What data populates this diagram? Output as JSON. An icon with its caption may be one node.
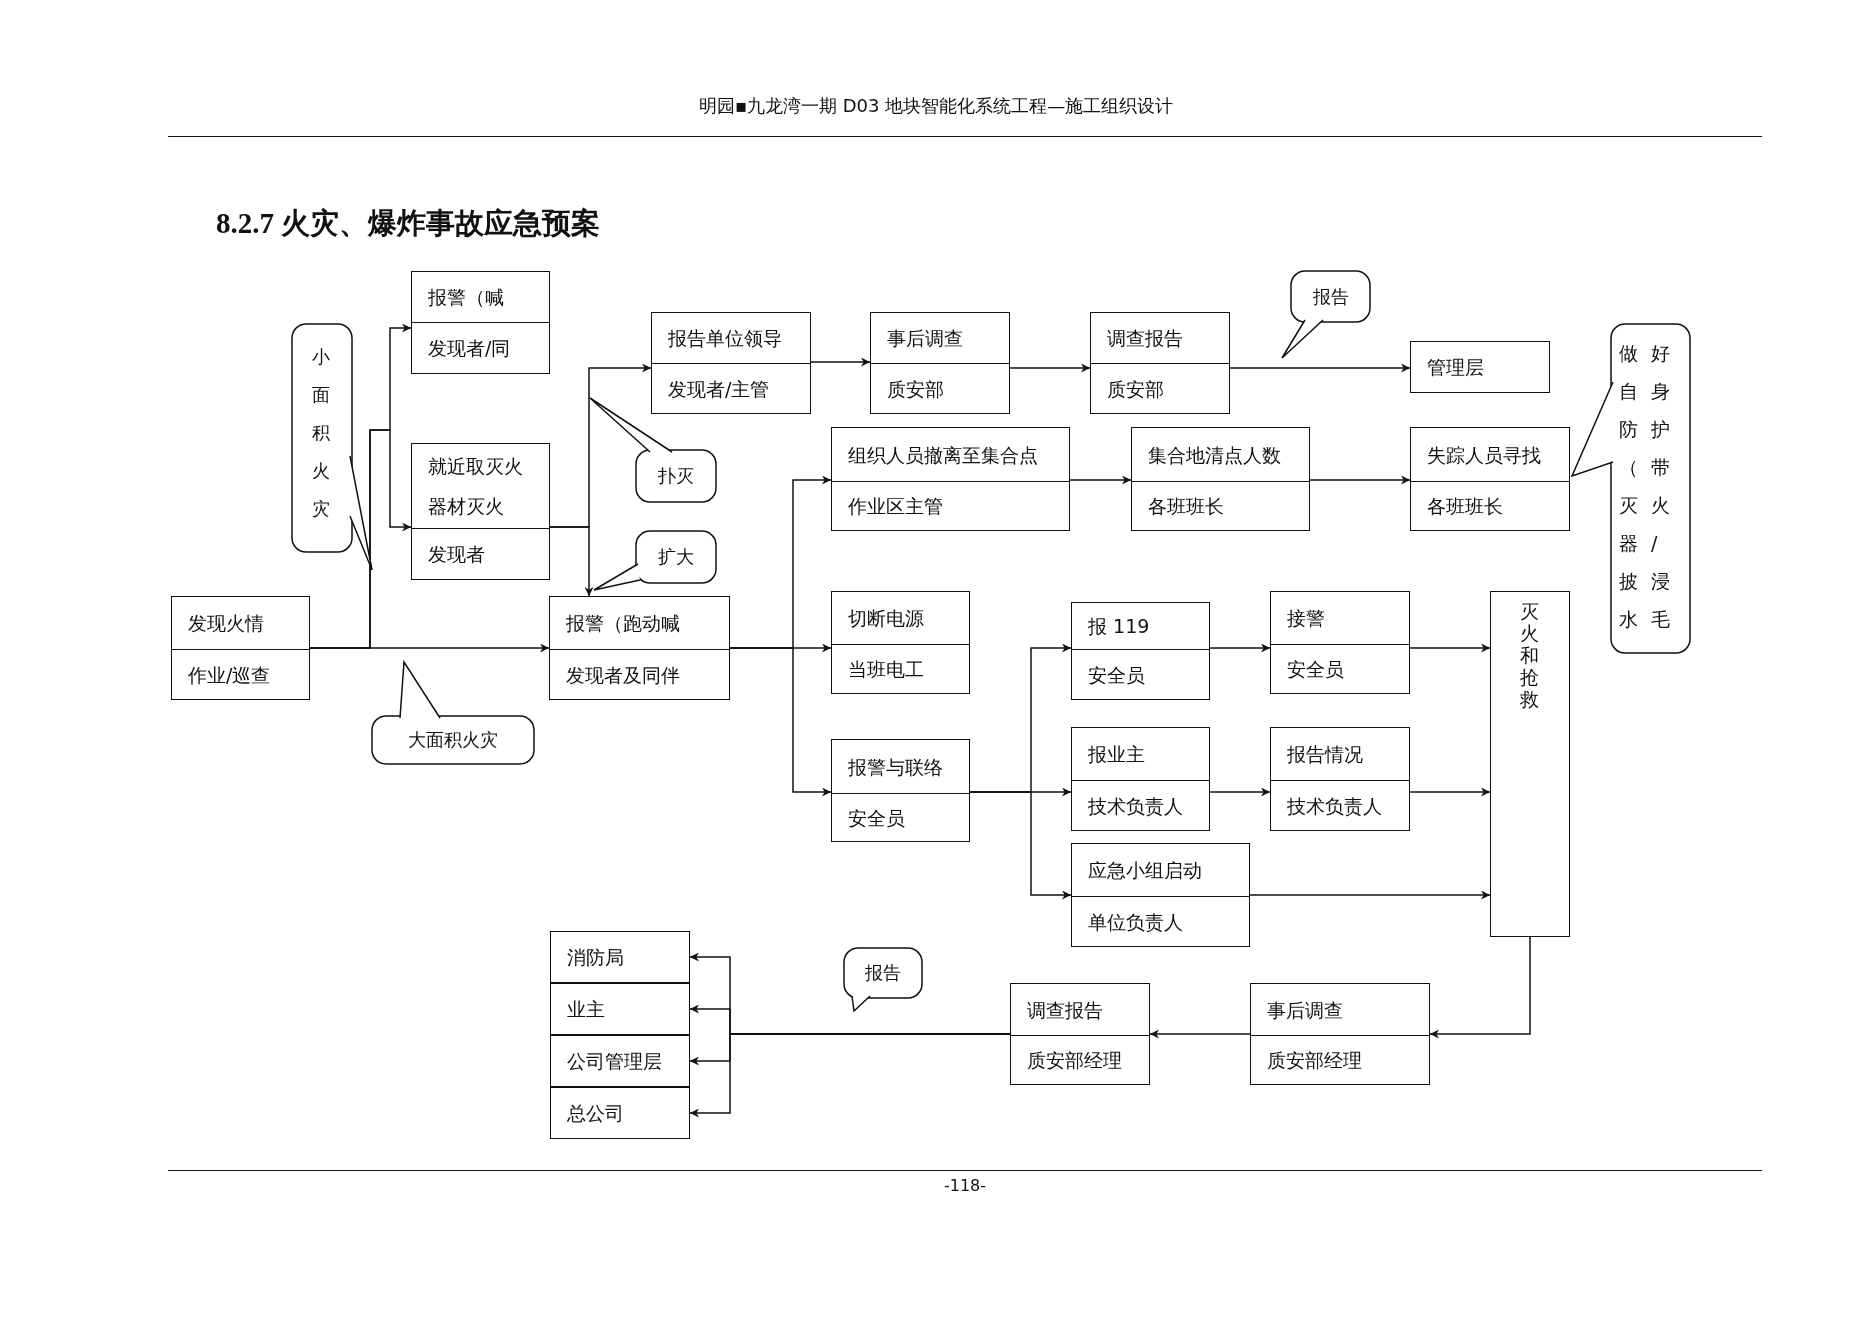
{
  "diagram": {
    "title": "8.2.7 火灾、爆炸事故应急预案",
    "nodes": [
      {
        "text": [
          "发现火情",
          "作业/巡查"
        ]
      },
      {
        "text": [
          "小面积火灾"
        ]
      },
      {
        "text": [
          "报警（喊",
          "发现者/同"
        ]
      },
      {
        "text": [
          "就近取灭火器材灭火",
          "发现者"
        ]
      },
      {
        "text": [
          "扑灭"
        ]
      },
      {
        "text": [
          "扩大"
        ]
      },
      {
        "text": [
          "报警（跑动喊",
          "发现者及同伴"
        ]
      },
      {
        "text": [
          "大面积火灾"
        ]
      },
      {
        "text": [
          "报告单位领导",
          "发现者/主管"
        ]
      },
      {
        "text": [
          "事后调查",
          "质安部"
        ]
      },
      {
        "text": [
          "调查报告",
          "质安部"
        ]
      },
      {
        "text": [
          "报告"
        ]
      },
      {
        "text": [
          "管理层"
        ]
      },
      {
        "text": [
          "做好自身防护（带灭火器/披浸水毛"
        ]
      },
      {
        "text": [
          "组织人员撤离至集合点",
          "作业区主管"
        ]
      },
      {
        "text": [
          "集合地清点人数",
          "各班班长"
        ]
      },
      {
        "text": [
          "失踪人员寻找",
          "各班班长"
        ]
      },
      {
        "text": [
          "切断电源",
          "当班电工"
        ]
      },
      {
        "text": [
          "报 119",
          "安全员"
        ]
      },
      {
        "text": [
          "接警",
          "安全员"
        ]
      },
      {
        "text": [
          "灭火和抢救"
        ]
      },
      {
        "text": [
          "报警与联络",
          "安全员"
        ]
      },
      {
        "text": [
          "报业主",
          "技术负责人"
        ]
      },
      {
        "text": [
          "报告情况",
          "技术负责人"
        ]
      },
      {
        "text": [
          "应急小组启动",
          "单位负责人"
        ]
      },
      {
        "text": [
          "消防局"
        ]
      },
      {
        "text": [
          "业主"
        ]
      },
      {
        "text": [
          "公司管理层"
        ]
      },
      {
        "text": [
          "总公司"
        ]
      },
      {
        "text": [
          "报告"
        ]
      },
      {
        "text": [
          "调查报告",
          "质安部经理"
        ]
      },
      {
        "text": [
          "事后调查",
          "质安部经理"
        ]
      }
    ],
    "edges": [
      {
        "from": 0,
        "to": 6,
        "arrow": "to"
      },
      {
        "from": 0,
        "to": 2,
        "arrow": "to"
      },
      {
        "from": 0,
        "to": 3,
        "arrow": "to"
      },
      {
        "from": 3,
        "to": 8,
        "arrow": "to"
      },
      {
        "from": 3,
        "to": 6,
        "arrow": "to"
      },
      {
        "from": 8,
        "to": 9,
        "arrow": "to"
      },
      {
        "from": 9,
        "to": 10,
        "arrow": "to"
      },
      {
        "from": 10,
        "to": 12,
        "arrow": "to"
      },
      {
        "from": 6,
        "to": 14,
        "arrow": "to"
      },
      {
        "from": 6,
        "to": 17,
        "arrow": "to"
      },
      {
        "from": 6,
        "to": 21,
        "arrow": "to"
      },
      {
        "from": 14,
        "to": 15,
        "arrow": "to"
      },
      {
        "from": 15,
        "to": 16,
        "arrow": "to"
      },
      {
        "from": 21,
        "to": 18,
        "arrow": "to"
      },
      {
        "from": 21,
        "to": 22,
        "arrow": "to"
      },
      {
        "from": 21,
        "to": 24,
        "arrow": "to"
      },
      {
        "from": 18,
        "to": 19,
        "arrow": "to"
      },
      {
        "from": 22,
        "to": 23,
        "arrow": "to"
      },
      {
        "from": 19,
        "to": 20,
        "arrow": "to"
      },
      {
        "from": 23,
        "to": 20,
        "arrow": "to"
      },
      {
        "from": 24,
        "to": 20,
        "arrow": "to"
      },
      {
        "from": 20,
        "to": 31,
        "arrow": "to"
      },
      {
        "from": 31,
        "to": 30,
        "arrow": "to"
      },
      {
        "from": 30,
        "to": 25,
        "arrow": "to"
      },
      {
        "from": 30,
        "to": 26,
        "arrow": "to"
      },
      {
        "from": 30,
        "to": 27,
        "arrow": "to"
      },
      {
        "from": 30,
        "to": 28,
        "arrow": "to"
      }
    ],
    "labels": [
      "明园▪九龙湾一期 D03 地块智能化系统工程—施工组织设计",
      "-118-"
    ]
  }
}
